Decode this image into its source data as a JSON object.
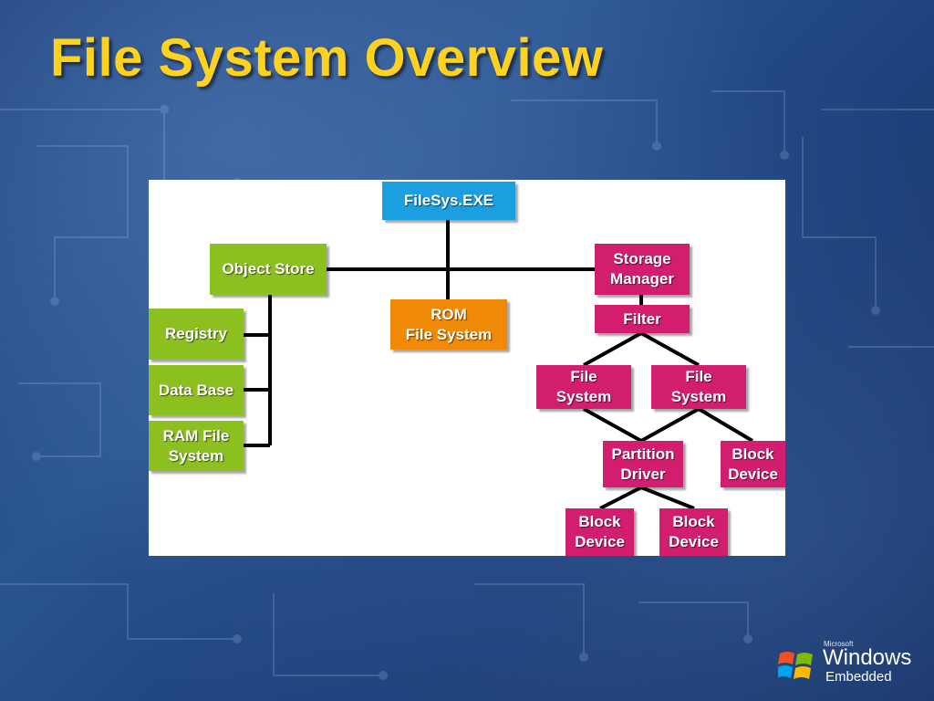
{
  "slide": {
    "title": "File System Overview"
  },
  "diagram": {
    "nodes": {
      "filesys": "FileSys.EXE",
      "object_store": "Object Store",
      "registry": "Registry",
      "database": "Data Base",
      "ram_fs": "RAM File\nSystem",
      "rom_fs": "ROM\nFile System",
      "storage_manager": "Storage\nManager",
      "filter": "Filter",
      "file_system_1": "File\nSystem",
      "file_system_2": "File\nSystem",
      "partition_driver": "Partition\nDriver",
      "block_device_1": "Block\nDevice",
      "block_device_2": "Block\nDevice",
      "block_device_3": "Block\nDevice"
    },
    "colors": {
      "filesys": "#1c9fe0",
      "object_store_group": "#8cc021",
      "rom": "#f08a06",
      "storage_group": "#d31e6f"
    }
  },
  "logo": {
    "company": "Microsoft",
    "product": "Windows",
    "edition": "Embedded"
  }
}
